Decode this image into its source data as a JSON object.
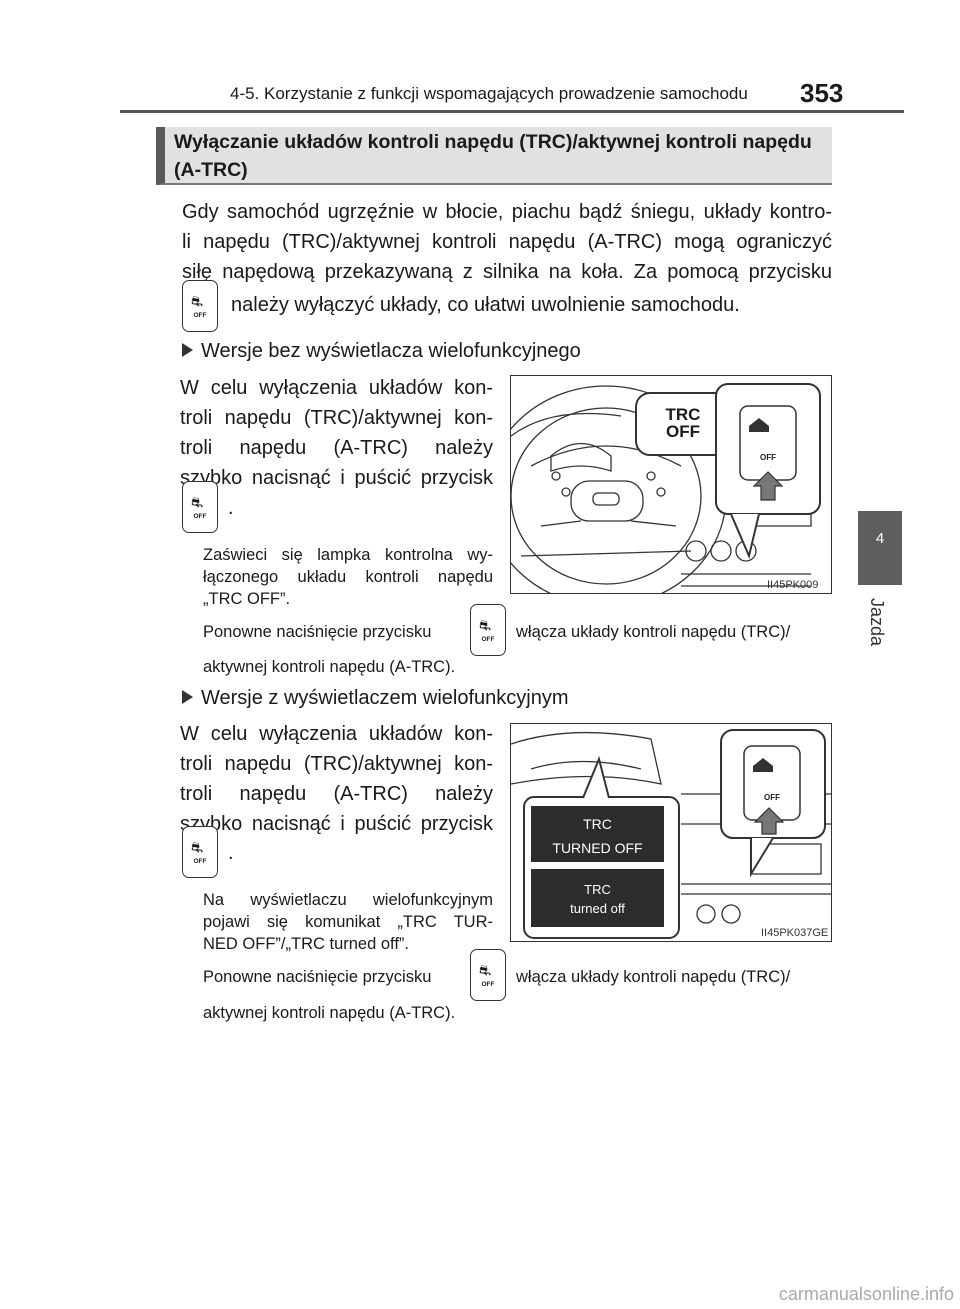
{
  "header": {
    "chapter_title": "4-5. Korzystanie z funkcji wspomagających prowadzenie samochodu",
    "page_number": "353"
  },
  "side_tab": {
    "number": "4",
    "label": "Jazda"
  },
  "section": {
    "title": "Wyłączanie układów kontroli napędu (TRC)/aktywnej kontroli napędu (A-TRC)",
    "intro_lines": [
      "Gdy samochód ugrzęźnie w błocie, piachu bądź śniegu, układy kontro-",
      "li napędu (TRC)/aktywnej kontroli napędu (A-TRC) mogą ograniczyć",
      "siłę napędową przekazywaną z silnika na koła. Za pomocą przycisku"
    ],
    "intro_after_button": "należy wyłączyć układy, co ułatwi uwolnienie samochodu."
  },
  "button_icon": {
    "label": "OFF",
    "name": "trc-off-button"
  },
  "variant1": {
    "heading": "Wersje bez wyświetlacza wielofunkcyjnego",
    "lines": [
      "W celu wyłączenia układów kon-",
      "troli napędu (TRC)/aktywnej kon-",
      "troli napędu (A-TRC) należy",
      "szybko nacisnąć i puścić przycisk"
    ],
    "period": ".",
    "note_lines": [
      "Zaświeci się lampka kontrolna wy-",
      "łączonego układu kontroli napędu",
      "„TRC OFF”."
    ],
    "repress_before": "Ponowne naciśnięcie przycisku",
    "repress_after": "włącza układy kontroli napędu (TRC)/",
    "repress_line2": "aktywnej kontroli napędu (A-TRC).",
    "figure_code": "II45PK009",
    "indicator_line1": "TRC",
    "indicator_line2": "OFF",
    "zoom_button_label": "OFF"
  },
  "variant2": {
    "heading": "Wersje z wyświetlaczem wielofunkcyjnym",
    "lines": [
      "W celu wyłączenia układów kon-",
      "troli napędu (TRC)/aktywnej kon-",
      "troli napędu (A-TRC) należy",
      "szybko nacisnąć i puścić przycisk"
    ],
    "period": ".",
    "note_lines": [
      "Na wyświetlaczu wielofunkcyjnym",
      "pojawi się komunikat „TRC TUR-",
      "NED OFF”/„TRC turned off”."
    ],
    "repress_before": "Ponowne naciśnięcie przycisku",
    "repress_after": "włącza układy kontroli napędu (TRC)/",
    "repress_line2": "aktywnej kontroli napędu (A-TRC).",
    "figure_code": "II45PK037GE",
    "display1_line1": "TRC",
    "display1_line2": "TURNED OFF",
    "display2_line1": "TRC",
    "display2_line2": "turned off",
    "zoom_button_label": "OFF"
  },
  "footer": {
    "url": "carmanualsonline.info"
  }
}
